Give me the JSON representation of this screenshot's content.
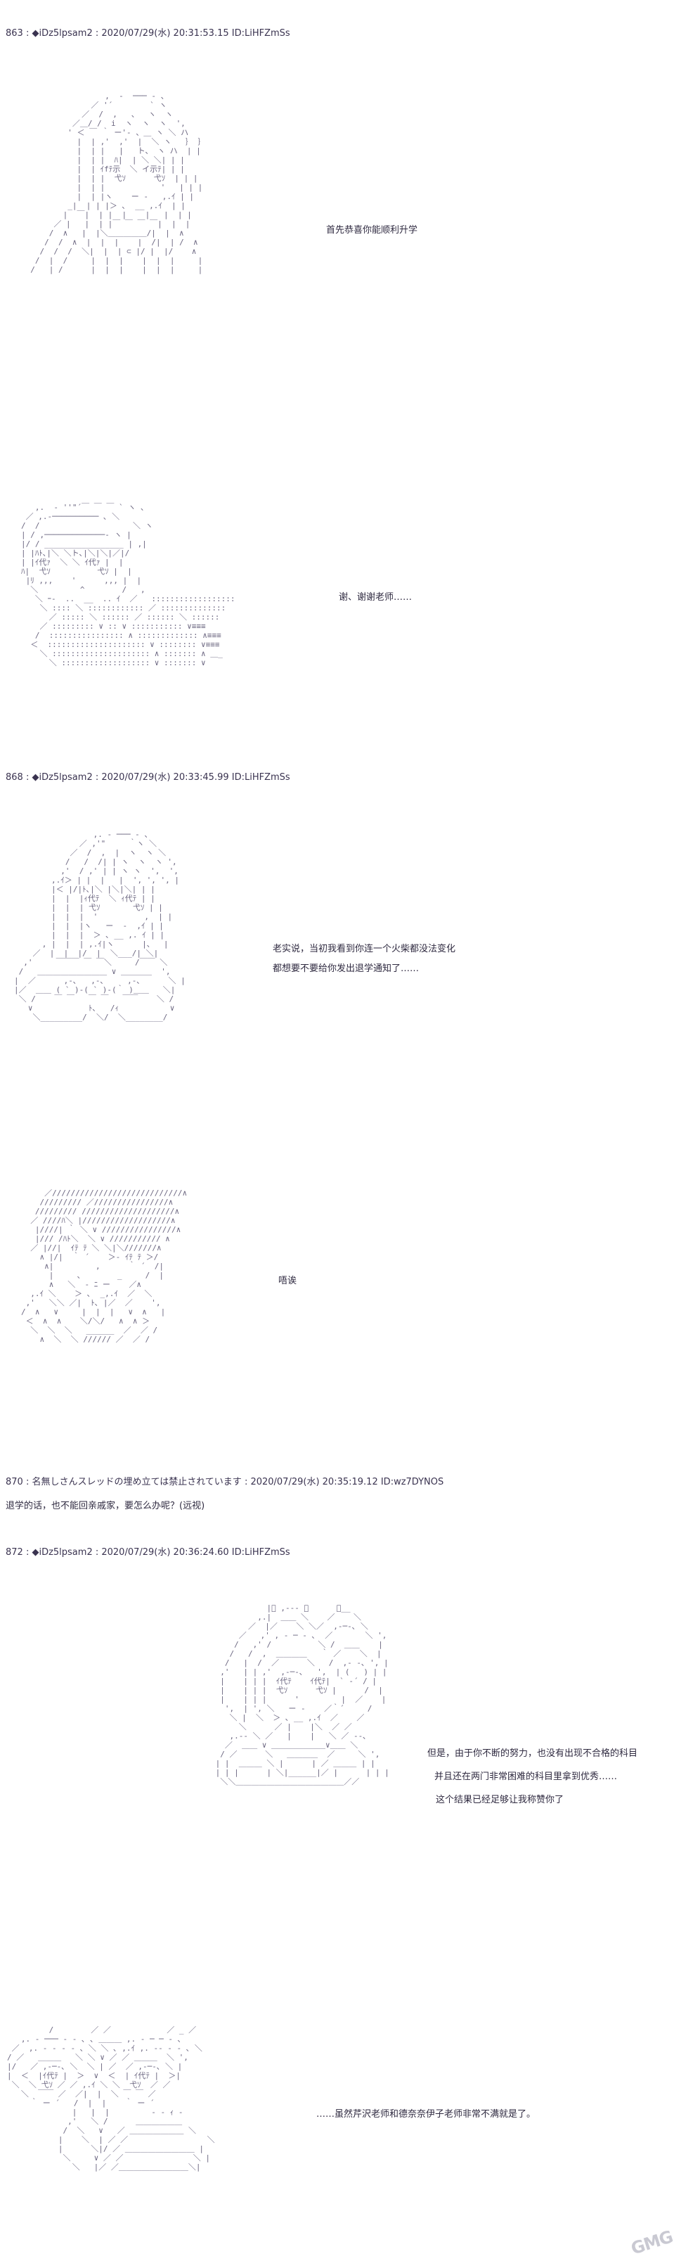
{
  "posts": [
    {
      "header": "863 : ◆iDz5lpsam2 : 2020/07/29(水) 20:31:53.15 ID:LiHFZmSs",
      "lines": [
        "首先恭喜你能顺利升学",
        "谢、谢谢老师……"
      ]
    },
    {
      "header": "868 : ◆iDz5lpsam2 : 2020/07/29(水) 20:33:45.99 ID:LiHFZmSs",
      "lines": [
        "老实说，当初我看到你连一个火柴都没法变化",
        "都想要不要给你发出退学通知了……",
        "唔诶"
      ]
    },
    {
      "header": "870 : 名無しさんスレッドの埋め立ては禁止されています : 2020/07/29(水) 20:35:19.12 ID:wz7DYNOS",
      "text": "退学的话，也不能回亲戚家，要怎么办呢？(远视)"
    },
    {
      "header": "872 : ◆iDz5lpsam2 : 2020/07/29(水) 20:36:24.60 ID:LiHFZmSs",
      "lines": [
        "但是，由于你不断的努力，也没有出现不合格的科目",
        "并且还在两门非常困难的科目里拿到优秀……",
        "这个结果已经足够让我称赞你了",
        "……虽然芹沢老师和德奈奈伊子老师非常不满就是了。"
      ]
    }
  ],
  "watermark": "GMG"
}
